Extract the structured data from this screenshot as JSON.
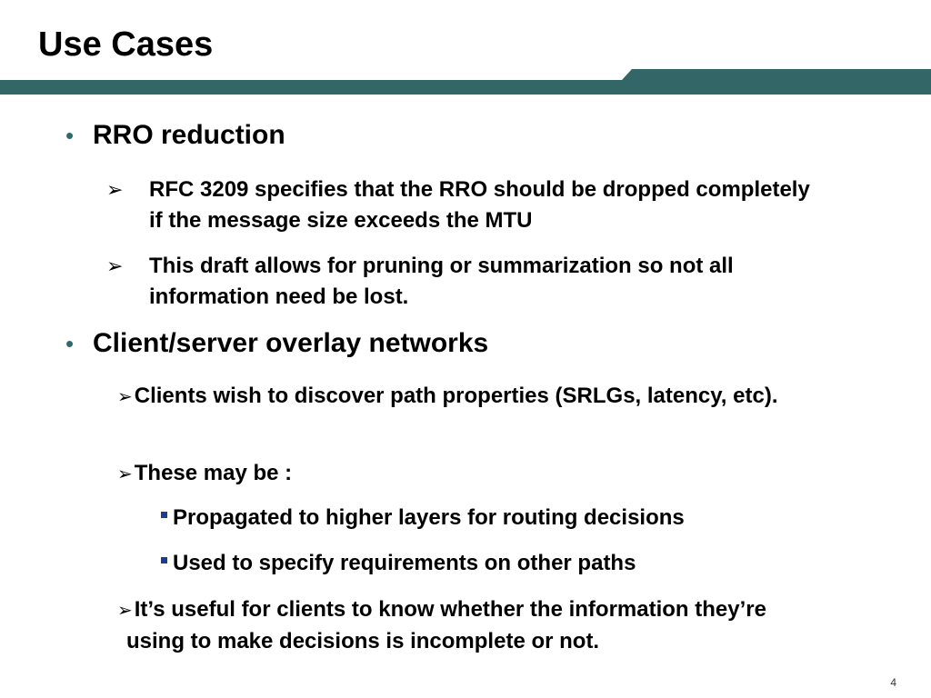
{
  "slide": {
    "title": "Use Cases",
    "page_number": "4",
    "colors": {
      "band": "#336666",
      "bullet": "#2f6b6b",
      "square": "#1a3d8f"
    },
    "bullets": [
      {
        "text": "RRO reduction",
        "subs": [
          "RFC 3209 specifies that the RRO should be dropped completely if the message size exceeds the MTU",
          "This draft allows for pruning or summarization so not all information need be lost."
        ]
      },
      {
        "text": "Client/server overlay networks",
        "subs": [
          "Clients wish to discover path properties (SRLGs, latency, etc).",
          "These may be :",
          "It’s useful for clients to know whether the information they’re using to make decisions is incomplete or not."
        ],
        "nested": [
          "Propagated to higher layers for routing decisions",
          "Used to specify requirements on other paths"
        ]
      }
    ]
  }
}
